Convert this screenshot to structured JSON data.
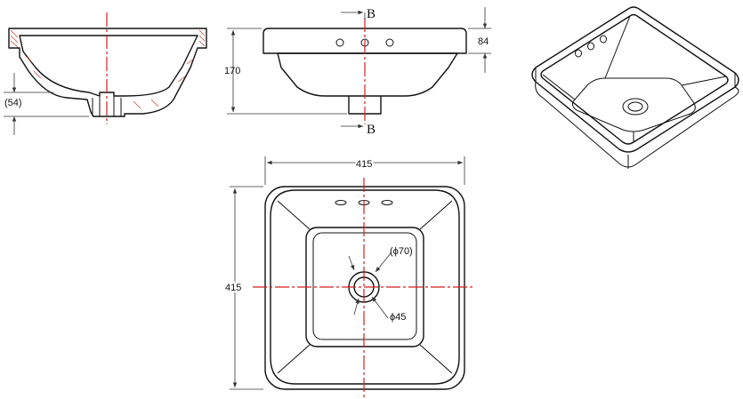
{
  "dimensions": {
    "outer_width": "415",
    "outer_depth": "415",
    "height_front": "170",
    "rim_height": "84",
    "bowl_depth_section": "(54)",
    "drain_outer": "(ϕ70)",
    "drain_inner": "ϕ45"
  },
  "section_marker": "B",
  "colors": {
    "outline": "#111111",
    "centerline": "#d21f1f",
    "section_hatch": "#c0392b"
  }
}
